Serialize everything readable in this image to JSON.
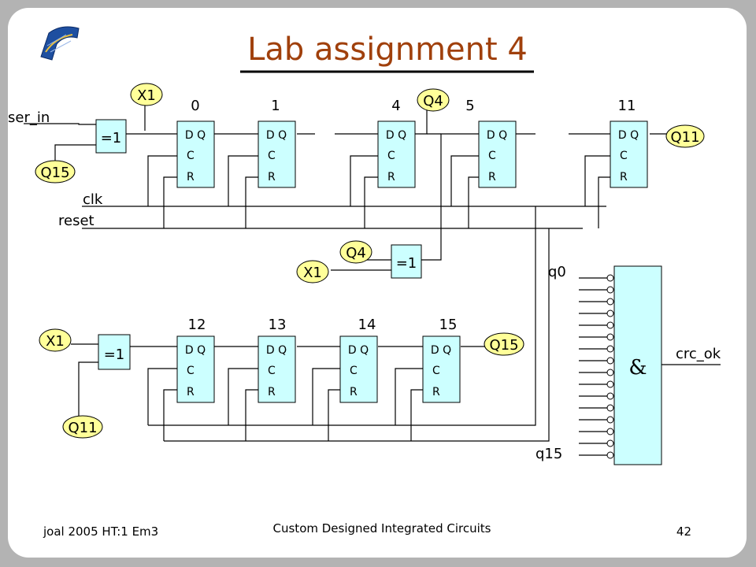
{
  "title": "Lab assignment 4",
  "footer": {
    "left": "joal 2005 HT:1 Em3",
    "center": "Custom Designed Integrated Circuits",
    "page": "42"
  },
  "signals": {
    "ser_in": "ser_in",
    "clk": "clk",
    "reset": "reset",
    "q0": "q0",
    "q15": "q15",
    "crc_ok": "crc_ok"
  },
  "xor_label": "=1",
  "and_label": "&",
  "ff_labels": {
    "dq": "D Q",
    "c": "C",
    "r": "R"
  },
  "top_row_indices": [
    "0",
    "1",
    "4",
    "5",
    "11"
  ],
  "bottom_row_indices": [
    "12",
    "13",
    "14",
    "15"
  ],
  "ovals": {
    "x1_top": "X1",
    "q15_top": "Q15",
    "q4_top": "Q4",
    "q11_top": "Q11",
    "q4_mid": "Q4",
    "x1_mid": "X1",
    "x1_bottom": "X1",
    "q11_bottom": "Q11",
    "q15_bottom": "Q15"
  },
  "colors": {
    "title": "#a0400c",
    "box_fill": "#ccffff",
    "oval_fill": "#ffff99",
    "background": "#b3b3b3"
  },
  "logo_icon": "university-logo-icon"
}
